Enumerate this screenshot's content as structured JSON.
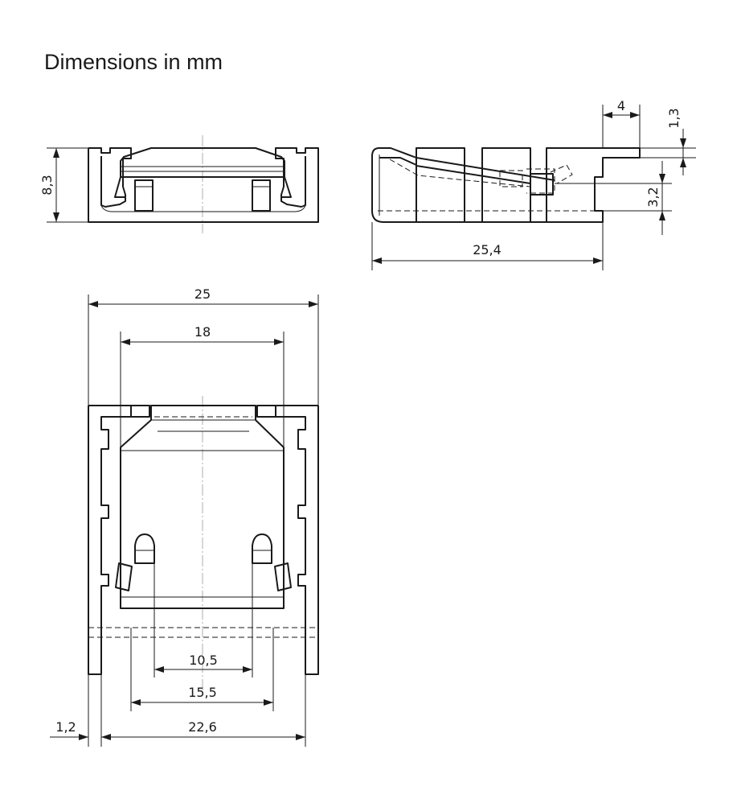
{
  "title": "Dimensions in mm",
  "dimensions": {
    "front_height": "8,3",
    "side_length": "25,4",
    "side_tab_width": "4",
    "side_tab_thickness": "1,3",
    "side_offset": "3,2",
    "top_outer_width": "25",
    "top_inner_width": "18",
    "pin_spacing": "10,5",
    "pad_spacing": "15,5",
    "base_width": "22,6",
    "wall_thickness": "1,2"
  }
}
